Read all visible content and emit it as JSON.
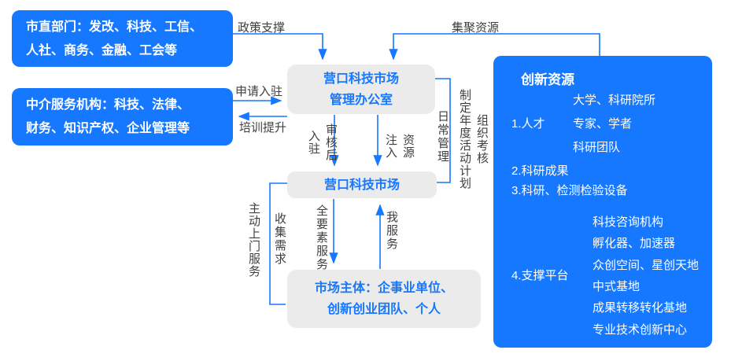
{
  "colors": {
    "accent_blue": "#1677ff",
    "box_gray": "#ebebeb",
    "label_text": "#3f3f3f"
  },
  "boxes": {
    "departments": {
      "line1": "市直部门：发改、科技、工信、",
      "line2": "人社、商务、金融、工会等"
    },
    "intermediary": {
      "line1": "中介服务机构：科技、法律、",
      "line2": "财务、知识产权、企业管理等"
    },
    "office": {
      "line1": "营口科技市场",
      "line2": "管理办公室"
    },
    "market": {
      "label": "营口科技市场"
    },
    "entities": {
      "line1": "市场主体：企事业单位、",
      "line2": "创新创业团队、个人"
    }
  },
  "flows": {
    "policy_support": "政策支撑",
    "gather_resources": "集聚资源",
    "apply_entry": "申请入驻",
    "training": "培训提升",
    "review_entry_cols": [
      "入驻",
      "审核后"
    ],
    "inject_resource_cols": [
      "注入",
      "资源"
    ],
    "daily_management": "日常管理",
    "annual_plan_cols": [
      "制定年度活动计划",
      "组织考核"
    ],
    "door_service": "主动上门服务",
    "collect_needs": "收集需求",
    "full_service": "全要素服务",
    "find_service": "我服务"
  },
  "panel": {
    "title": "创新资源",
    "talent_label": "1.人才",
    "talent_items": [
      "大学、科研院所",
      "专家、学者",
      "科研团队"
    ],
    "item2": "2.科研成果",
    "item3": "3.科研、检测检验设备",
    "platform_label": "4.支撑平台",
    "platform_items": [
      "科技咨询机构",
      "孵化器、加速器",
      "众创空间、星创天地",
      "中式基地",
      "成果转移转化基地",
      "专业技术创新中心"
    ]
  }
}
